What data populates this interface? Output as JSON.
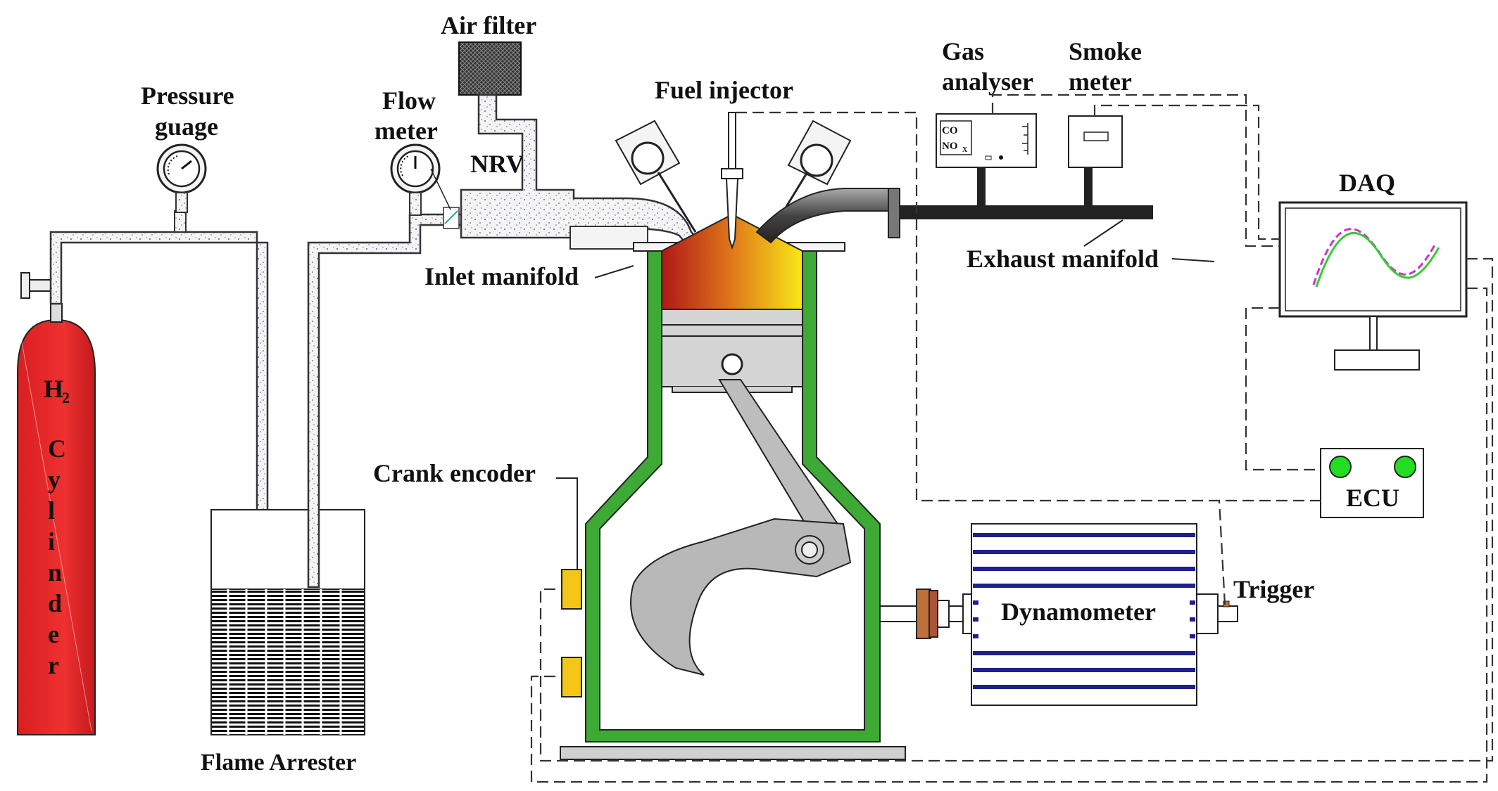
{
  "labels": {
    "air_filter": "Air filter",
    "pressure_gauge_1": "Pressure",
    "pressure_gauge_2": "guage",
    "flow_meter_1": "Flow",
    "flow_meter_2": "meter",
    "nrv": "NRV",
    "fuel_injector": "Fuel injector",
    "gas_analyser_1": "Gas",
    "gas_analyser_2": "analyser",
    "smoke_meter_1": "Smoke",
    "smoke_meter_2": "meter",
    "daq": "DAQ",
    "inlet_manifold": "Inlet manifold",
    "exhaust_manifold": "Exhaust manifold",
    "crank_encoder": "Crank encoder",
    "ecu": "ECU",
    "dynamometer": "Dynamometer",
    "trigger": "Trigger",
    "flame_arrester": "Flame Arrester",
    "cylinder_h": "H",
    "cylinder_sub": "2",
    "cylinder_letters": [
      "C",
      "y",
      "l",
      "i",
      "n",
      "d",
      "e",
      "r"
    ],
    "gas_co": "CO",
    "gas_nox": "NO",
    "gas_nox_sub": "X"
  },
  "colors": {
    "cylinder_red": "#e8282a",
    "engine_green": "#3daa35",
    "encoder_yellow": "#f5c518",
    "dyno_blue": "#1f1f8f",
    "ecu_led": "#22dd22",
    "daq_curve_1": "#cc33cc",
    "daq_curve_2": "#33cc33",
    "exhaust_dark": "#222222"
  }
}
